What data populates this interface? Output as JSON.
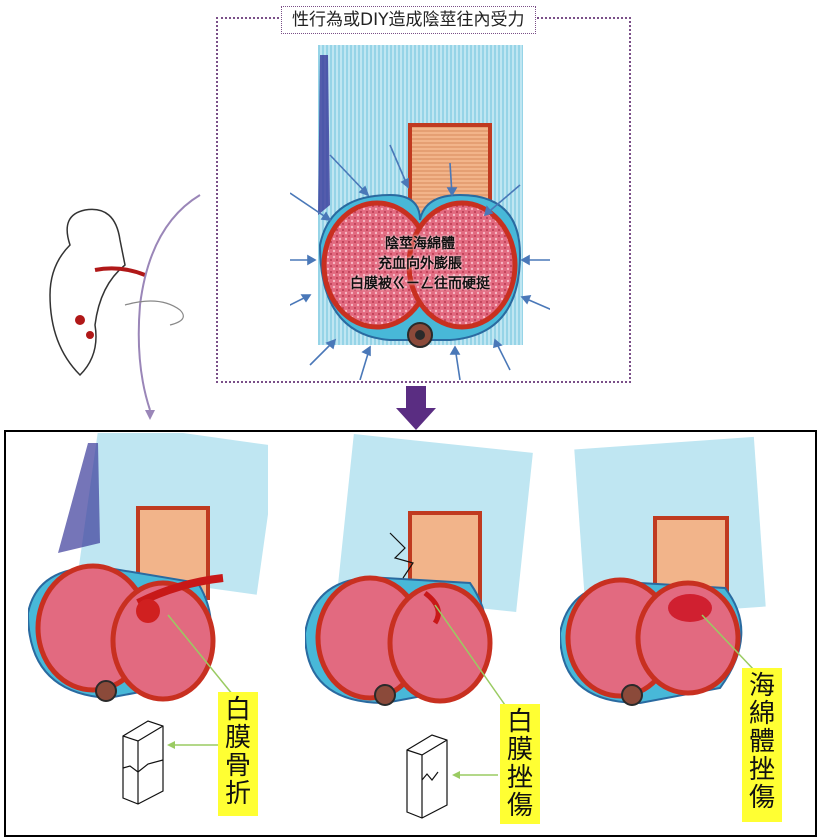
{
  "top": {
    "title": "性行為或DIY造成陰莖往內受力",
    "center_lines": [
      "陰莖海綿體",
      "充血向外膨脹",
      "白膜被ㄍㄧㄥ往而硬挺"
    ]
  },
  "labels": {
    "label_1": [
      "白",
      "膜",
      "骨",
      "折"
    ],
    "label_2": [
      "白",
      "膜",
      "挫",
      "傷"
    ],
    "label_3": [
      "海",
      "綿",
      "體",
      "挫",
      "傷"
    ]
  },
  "colors": {
    "frame": "#7a4f88",
    "arrow_purple": "#5a2d82",
    "label_bg": "#ffff33",
    "connector": "#9acb62",
    "force_arrow": "#4a78b8",
    "tissue_pink": "#e2607a",
    "tunica_red": "#c83020",
    "sheath_blue": "#48b8d8",
    "urethra_orange": "#e8a070"
  },
  "icons": {
    "down_arrow": "down-arrow-icon",
    "side_figure": "head-figure-icon"
  }
}
